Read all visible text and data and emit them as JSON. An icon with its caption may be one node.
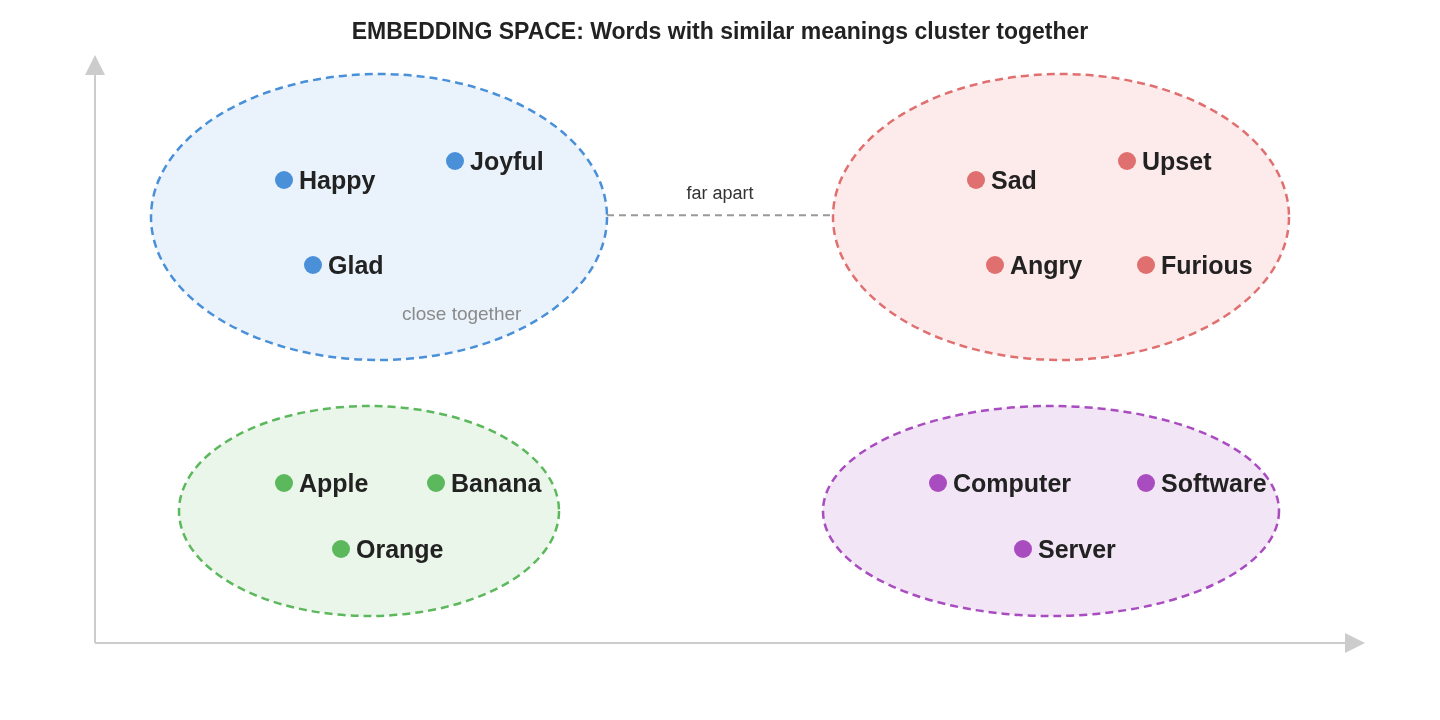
{
  "diagram": {
    "title": "EMBEDDING SPACE: Words with similar meanings cluster together",
    "nodes": [
      {
        "text": [
          "close together"
        ]
      },
      {
        "text": [
          "Happy"
        ],
        "in": 0
      },
      {
        "text": [
          "Joyful"
        ],
        "in": 0
      },
      {
        "text": [
          "Glad"
        ],
        "in": 0
      },
      {
        "text": [],
        "shape": "ellipse"
      },
      {
        "text": [
          "Sad"
        ],
        "in": 4
      },
      {
        "text": [
          "Upset"
        ],
        "in": 4
      },
      {
        "text": [
          "Angry"
        ],
        "in": 4
      },
      {
        "text": [
          "Furious"
        ],
        "in": 4
      },
      {
        "text": [],
        "shape": "ellipse"
      },
      {
        "text": [
          "Apple"
        ],
        "in": 9
      },
      {
        "text": [
          "Banana"
        ],
        "in": 9
      },
      {
        "text": [
          "Orange"
        ],
        "in": 9
      },
      {
        "text": [],
        "shape": "ellipse"
      },
      {
        "text": [
          "Computer"
        ],
        "in": 13
      },
      {
        "text": [
          "Software"
        ],
        "in": 13
      },
      {
        "text": [
          "Server"
        ],
        "in": 13
      }
    ],
    "edges": [
      {
        "from": 0,
        "to": 4,
        "arrow": "none",
        "label": "far apart",
        "style": "dashed",
        "color": "#999999"
      }
    ]
  }
}
